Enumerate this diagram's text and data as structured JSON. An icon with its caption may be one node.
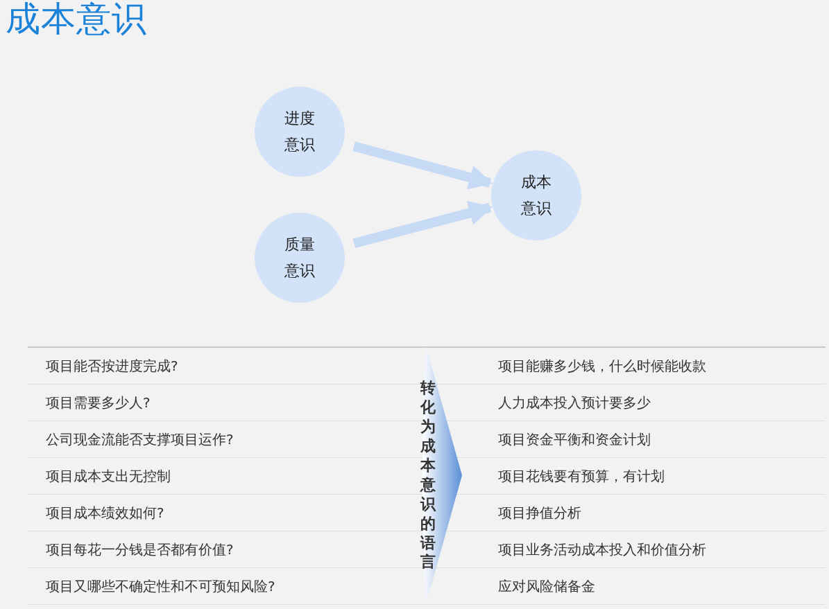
{
  "diagram": {
    "title": "成本意识",
    "nodes": [
      {
        "text": [
          "进度意识"
        ]
      },
      {
        "text": [
          "质量意识"
        ]
      },
      {
        "text": [
          "成本意识"
        ]
      },
      {
        "text": [
          "转化为成本意识的语言"
        ]
      }
    ],
    "edges": [
      {
        "from": 0,
        "to": 2,
        "arrow": "to"
      },
      {
        "from": 1,
        "to": 2,
        "arrow": "to"
      }
    ],
    "labels": [
      "项目能否按进度完成?",
      "项目能赚多少钱，什么时候能收款",
      "项目需要多少人?",
      "人力成本投入预计要多少",
      "公司现金流能否支撑项目运作?",
      "项目资金平衡和资金计划",
      "项目成本支出无控制",
      "项目花钱要有预算，有计划",
      "项目成本绩效如何?",
      "项目挣值分析",
      "项目每花一分钱是否都有价值?",
      "项目业务活动成本投入和价值分析",
      "项目又哪些不确定性和不可预知风险?",
      "应对风险储备金"
    ]
  }
}
